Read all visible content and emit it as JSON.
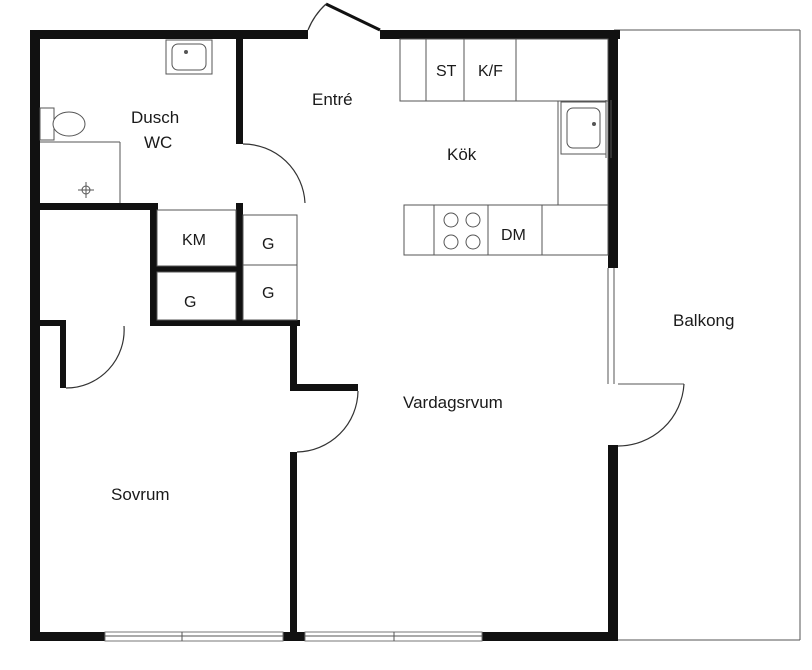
{
  "rooms": {
    "entre": "Entré",
    "kok": "Kök",
    "dusch": "Dusch",
    "wc": "WC",
    "vardagsrum": "Vardagsrvum",
    "sovrum": "Sovrum",
    "balkong": "Balkong"
  },
  "fixtures": {
    "st": "ST",
    "kf": "K/F",
    "dm": "DM",
    "km": "KM",
    "g1": "G",
    "g2": "G",
    "g3": "G"
  }
}
